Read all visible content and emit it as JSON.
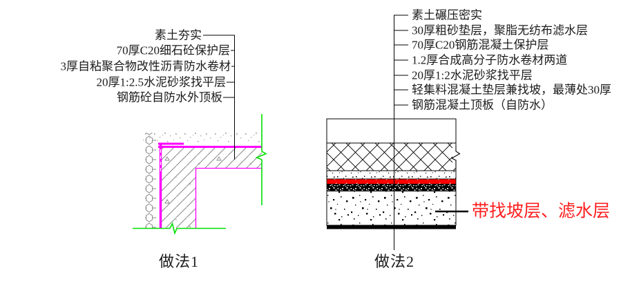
{
  "colors": {
    "membrane_magenta": "#ff00ff",
    "grade_green": "#00e000",
    "waterproof_red": "#ff0000",
    "annotation_red": "#ff1f1f",
    "hatch_gray": "#878787",
    "line_black": "#000000"
  },
  "method1": {
    "caption": "做法1",
    "labels": [
      "素土夯实",
      "70厚C20细石砼保护层",
      "3厚自粘聚合物改性沥青防水卷材",
      "20厚1:2.5水泥砂浆找平层",
      "钢筋砼自防水外顶板"
    ]
  },
  "method2": {
    "caption": "做法2",
    "labels": [
      "素土碾压密实",
      "30厚粗砂垫层，聚脂无纺布滤水层",
      "70厚C20钢筋混凝土保护层",
      "1.2厚合成高分子防水卷材两道",
      "20厚1:2水泥砂浆找平层",
      "轻集料混凝土垫层兼找坡，最薄处30厚",
      "钢筋混凝土顶板（自防水）"
    ],
    "annotation": "带找坡层、滤水层"
  }
}
